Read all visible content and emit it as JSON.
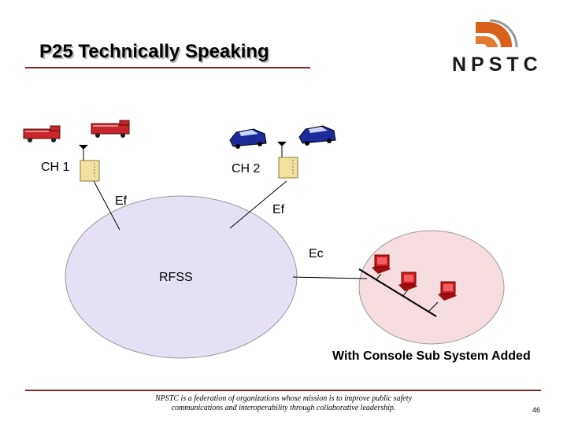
{
  "slide": {
    "title": "P25 Technically Speaking",
    "logo_text": "NPSTC",
    "labels": {
      "ch1": "CH 1",
      "ch2": "CH 2",
      "ef_left": "Ef",
      "ef_right": "Ef",
      "ec": "Ec",
      "rfss": "RFSS"
    },
    "caption": "With Console Sub System Added",
    "footer": "NPSTC is a federation of organizations whose mission is to improve public safety communications and interoperability through collaborative leadership.",
    "page_number": "46"
  },
  "colors": {
    "rfss_fill": "#e6e0f5",
    "console_fill": "#f5dde0",
    "rule": "#7a2a2a",
    "logo_orange": "#d8601a",
    "radio": "#f2e2a0",
    "fire_truck": "#c8262a",
    "police_car": "#1c2a9a",
    "console": "#d41a1a"
  },
  "icons": [
    "fire-truck-icon",
    "police-car-icon",
    "radio-icon",
    "antenna-icon",
    "console-computer-icon",
    "npstc-logo-icon"
  ]
}
